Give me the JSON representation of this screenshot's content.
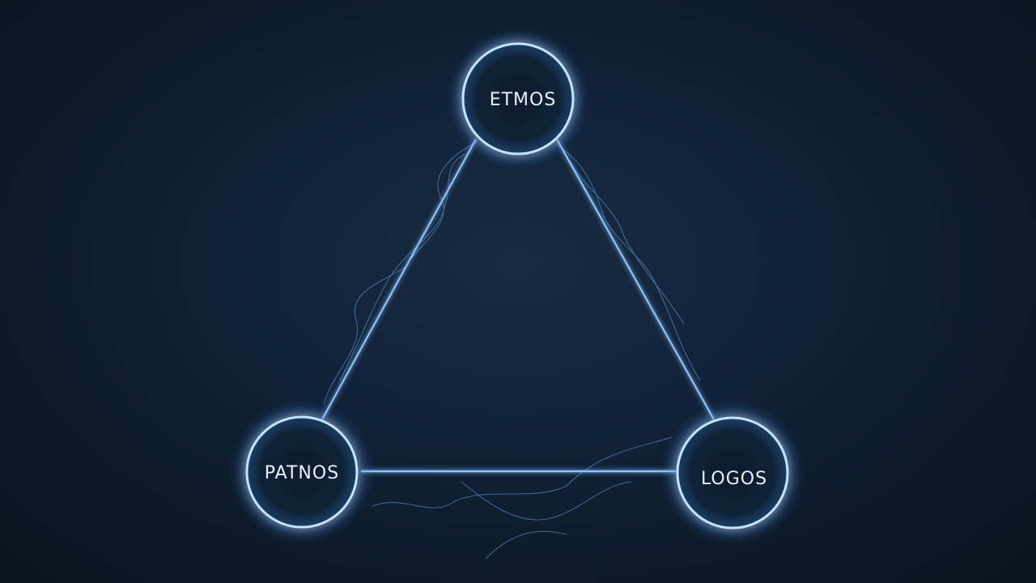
{
  "colors": {
    "background": "#0f1d2c",
    "line": "#7fb8ff",
    "ring": "#bfe0ff",
    "glow": "#3d8eff",
    "label": "#e6f1fb"
  },
  "nodes": {
    "top": {
      "label": "ETMOS"
    },
    "left": {
      "label": "PATNOS"
    },
    "right": {
      "label": "LOGOS"
    }
  }
}
